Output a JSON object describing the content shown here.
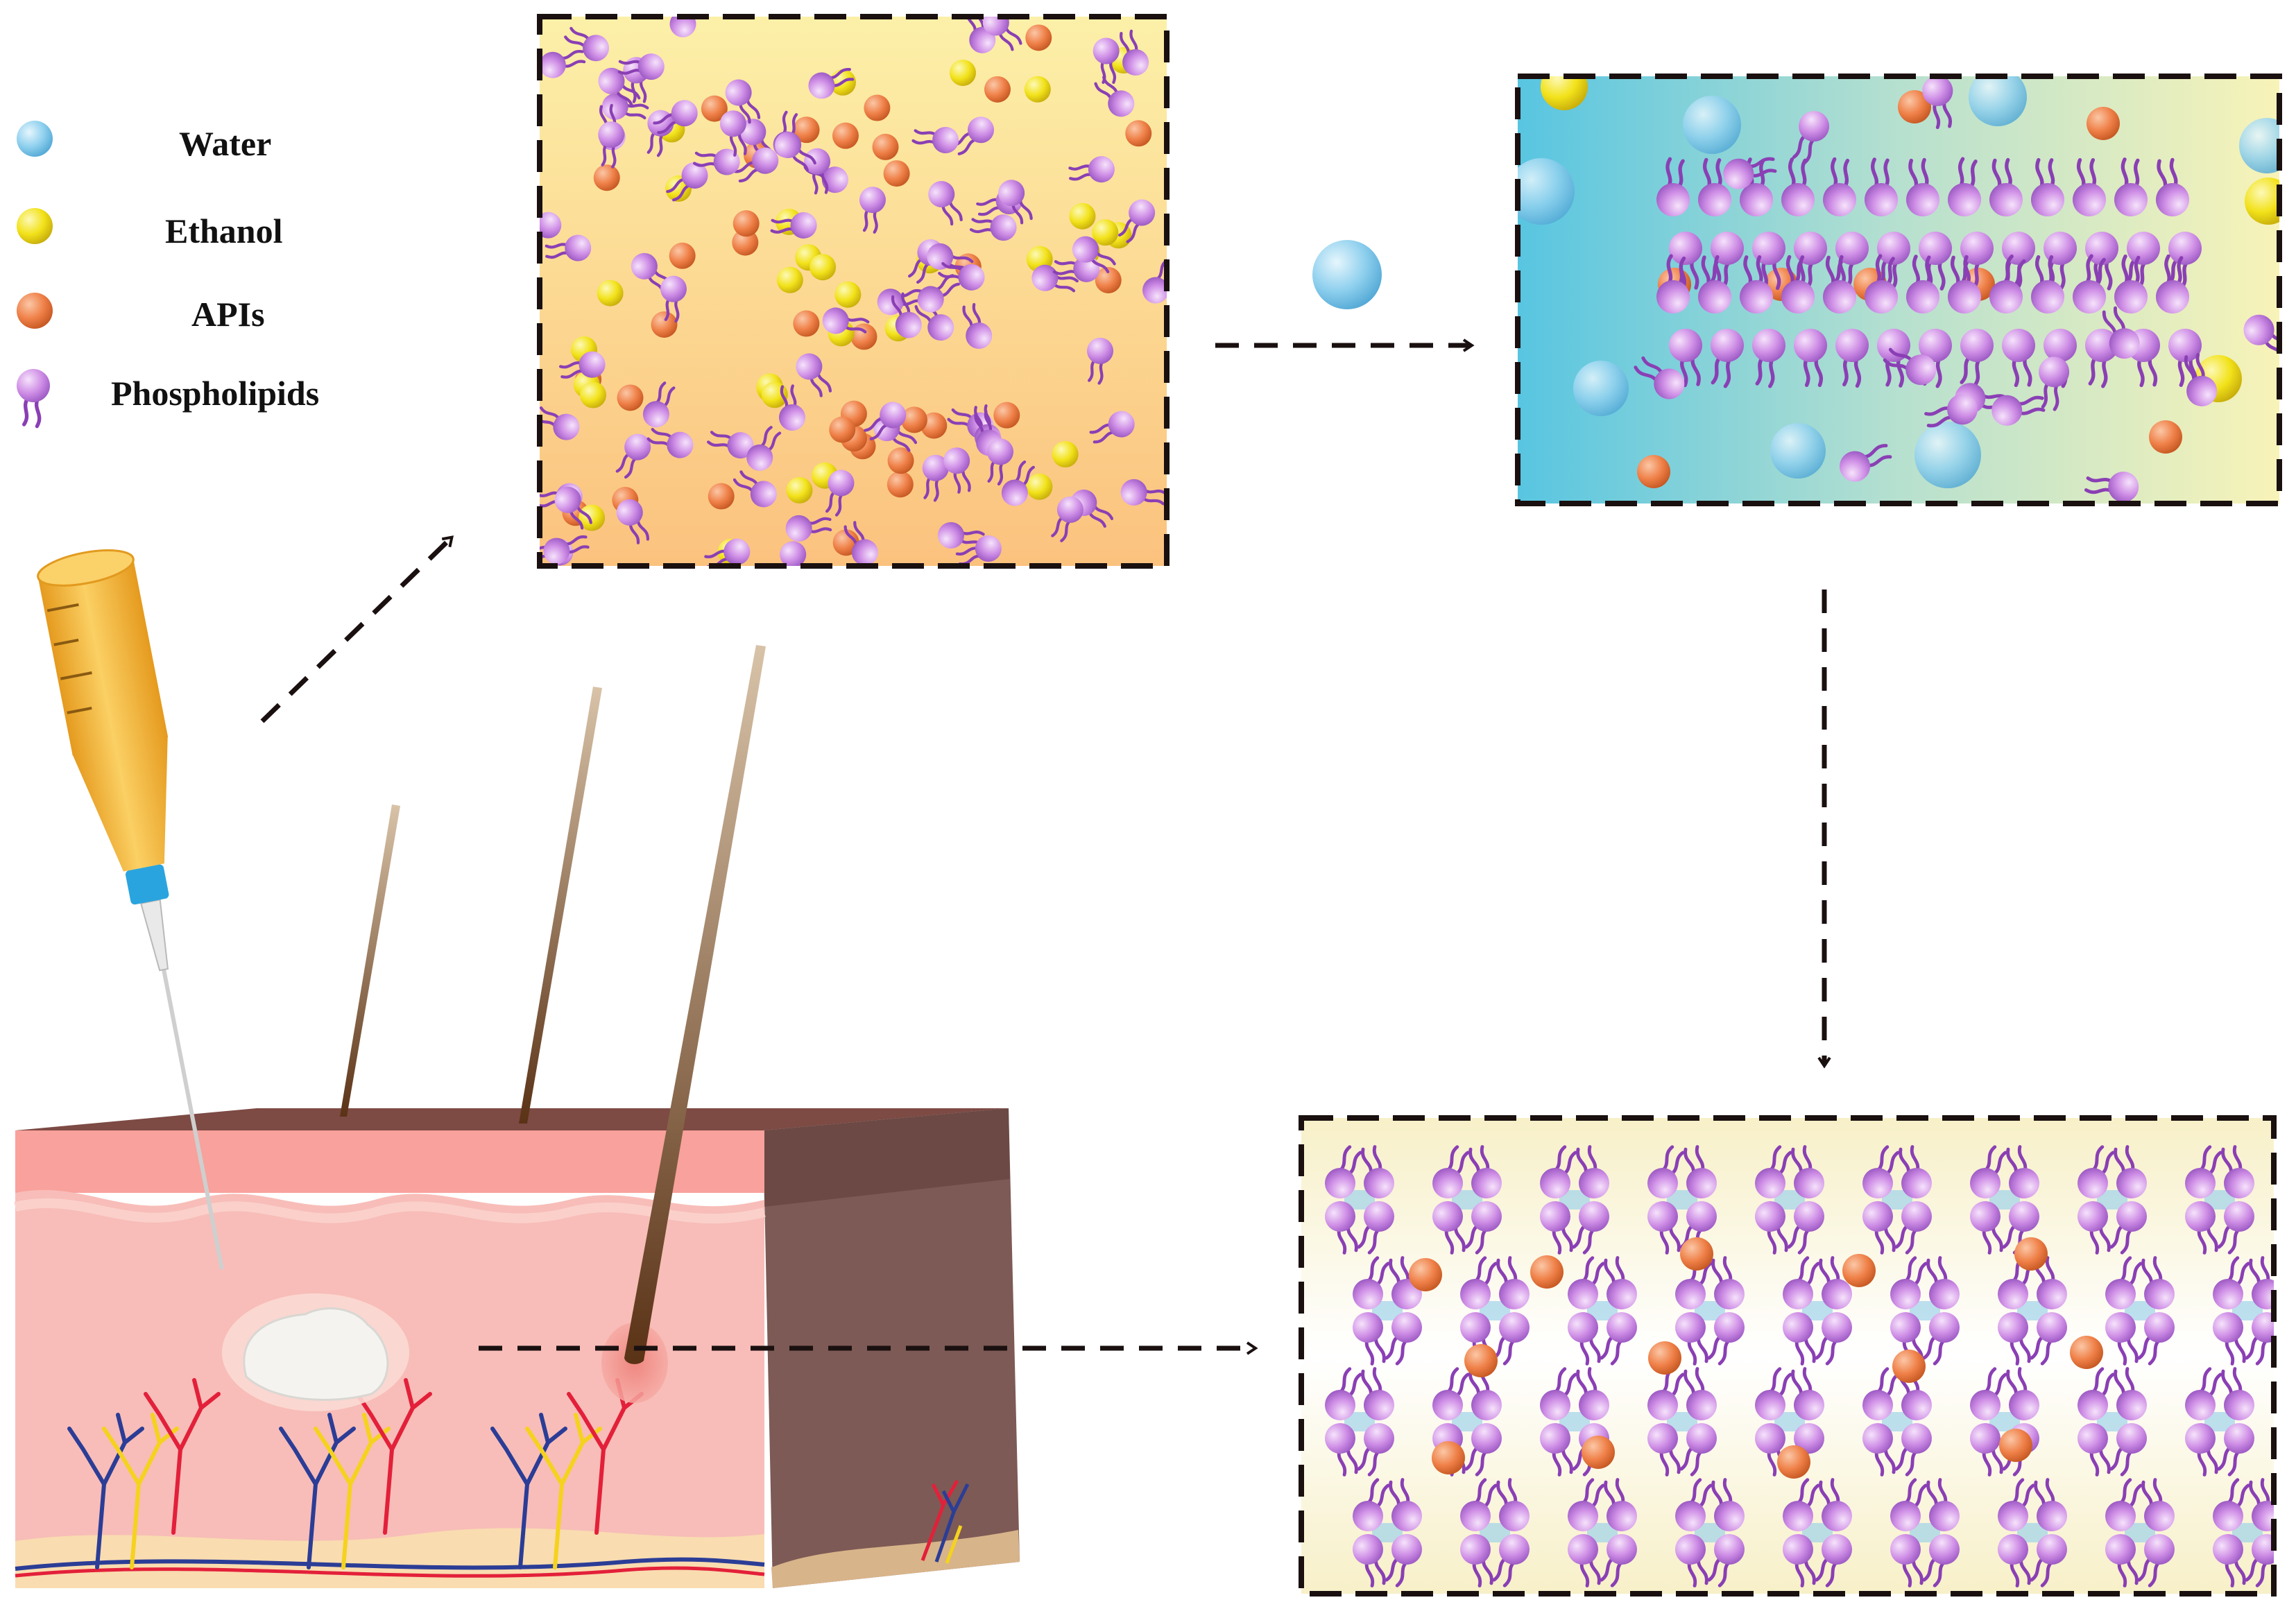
{
  "legend": {
    "items": [
      {
        "key": "water",
        "label": "Water",
        "color": "#8fd0ee"
      },
      {
        "key": "ethanol",
        "label": "Ethanol",
        "color": "#f2e21a"
      },
      {
        "key": "apis",
        "label": "APIs",
        "color": "#ef8048"
      },
      {
        "key": "phospholipids",
        "label": "Phospholipids",
        "color": "#cf8fe6"
      }
    ]
  },
  "colors": {
    "water": "#8fd0ee",
    "ethanol": "#f2e21a",
    "api": "#ef8048",
    "phospholipid": "#cf8fe6",
    "phospholipid_tail": "#8a3fb4",
    "skin_surface": "#f9a19c",
    "skin_dermis": "#f8bdb8",
    "skin_side": "#7d5a55",
    "fat_layer": "#f9dcb0",
    "vessel_red": "#e3203a",
    "vessel_blue": "#2b3d96",
    "vessel_yellow": "#f5d21e",
    "hair": "#6b3f1e",
    "syringe_barrel": "#f7b63b",
    "syringe_hub": "#2aa4de",
    "arrow": "#1a1010"
  }
}
